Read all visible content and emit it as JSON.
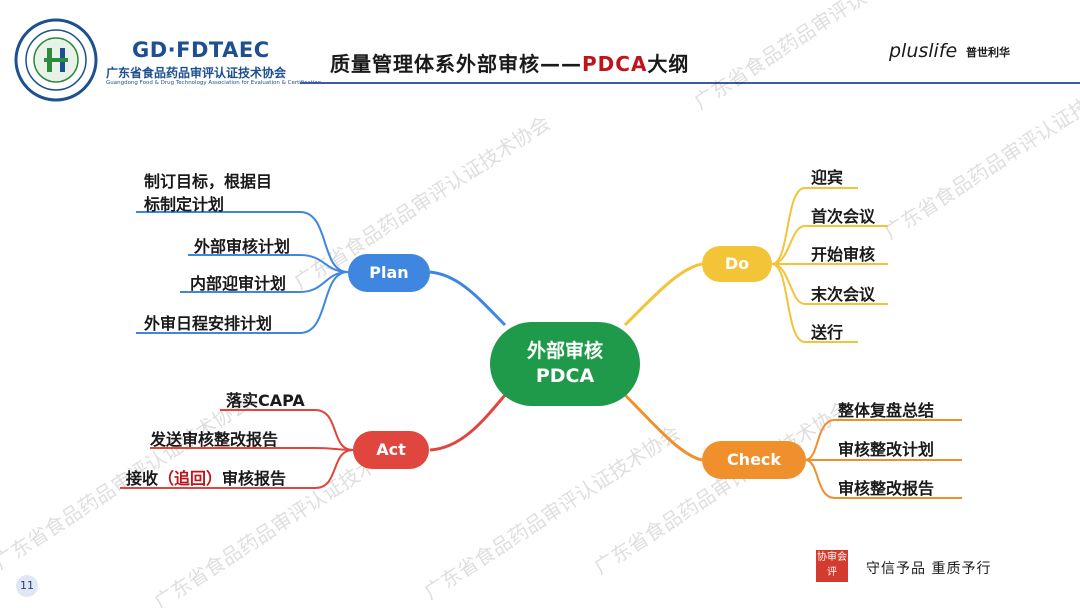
{
  "header": {
    "org_abbr": "GD·FDTAEC",
    "org_name": "广东省食品药品审评认证技术协会",
    "org_name_en": "Guangdong Food & Drug Technology Association for Evaluation & Certification",
    "title_main": "质量管理体系外部审核——",
    "title_accent": "PDCA",
    "title_tail": "大纲",
    "brand_text": "pluslife",
    "brand_cn": "普世利华"
  },
  "diagram": {
    "center": {
      "line1": "外部审核",
      "line2": "PDCA",
      "color": "#1f9a4a"
    },
    "plan": {
      "label": "Plan",
      "color": "#3f86e0",
      "items": [
        "制订目标，根据目",
        "标制定计划",
        "外部审核计划",
        "内部迎审计划",
        "外审日程安排计划"
      ]
    },
    "do": {
      "label": "Do",
      "color": "#f3c338",
      "items": [
        "迎宾",
        "首次会议",
        "开始审核",
        "末次会议",
        "送行"
      ]
    },
    "act": {
      "label": "Act",
      "color": "#e0463e",
      "items": [
        "落实CAPA",
        "发送审核整改报告",
        "接收",
        "（追回）",
        "审核报告"
      ]
    },
    "check": {
      "label": "Check",
      "color": "#f0902d",
      "items": [
        "整体复盘总结",
        "审核整改计划",
        "审核整改报告"
      ]
    }
  },
  "footer": {
    "page_number": "11",
    "slogan": "守信予品  重质予行",
    "seal": "协审会评"
  },
  "watermark": "广东省食品药品审评认证技术协会"
}
